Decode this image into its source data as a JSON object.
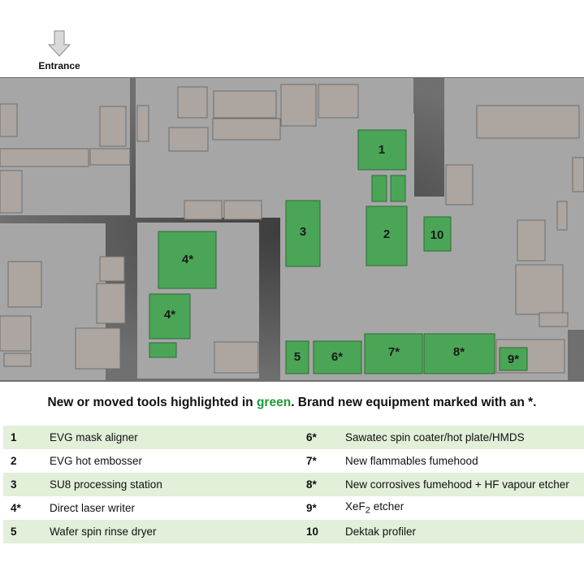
{
  "entrance_label": "Entrance",
  "caption": {
    "before": "New or moved tools highlighted in ",
    "highlight": "green",
    "after": ". Brand new equipment marked with an *."
  },
  "colors": {
    "tool_green": "#4aa656",
    "highlight_text": "#1f9a3a",
    "room_floor": "#a6a6a6",
    "gray_equipment": "#aca5a0",
    "legend_stripe": "#e2efd9"
  },
  "tools": [
    {
      "id": "1",
      "label": "1"
    },
    {
      "id": "2",
      "label": "2"
    },
    {
      "id": "3",
      "label": "3"
    },
    {
      "id": "4a",
      "label": "4*"
    },
    {
      "id": "4b",
      "label": "4*"
    },
    {
      "id": "5",
      "label": "5"
    },
    {
      "id": "6",
      "label": "6*"
    },
    {
      "id": "7",
      "label": "7*"
    },
    {
      "id": "8",
      "label": "8*"
    },
    {
      "id": "9",
      "label": "9*"
    },
    {
      "id": "10",
      "label": "10"
    }
  ],
  "legend": [
    {
      "left_num": "1",
      "left_text": "EVG mask aligner",
      "right_num": "6*",
      "right_text": "Sawatec spin coater/hot plate/HMDS"
    },
    {
      "left_num": "2",
      "left_text": "EVG hot embosser",
      "right_num": "7*",
      "right_text": "New flammables fumehood"
    },
    {
      "left_num": "3",
      "left_text": "SU8 processing station",
      "right_num": "8*",
      "right_text": "New corrosives fumehood + HF vapour etcher"
    },
    {
      "left_num": "4*",
      "left_text": "Direct laser writer",
      "right_num": "9*",
      "right_text_pre": "XeF",
      "right_text_sub": "2",
      "right_text_post": " etcher"
    },
    {
      "left_num": "5",
      "left_text": "Wafer spin rinse dryer",
      "right_num": "10",
      "right_text": "Dektak profiler"
    }
  ]
}
